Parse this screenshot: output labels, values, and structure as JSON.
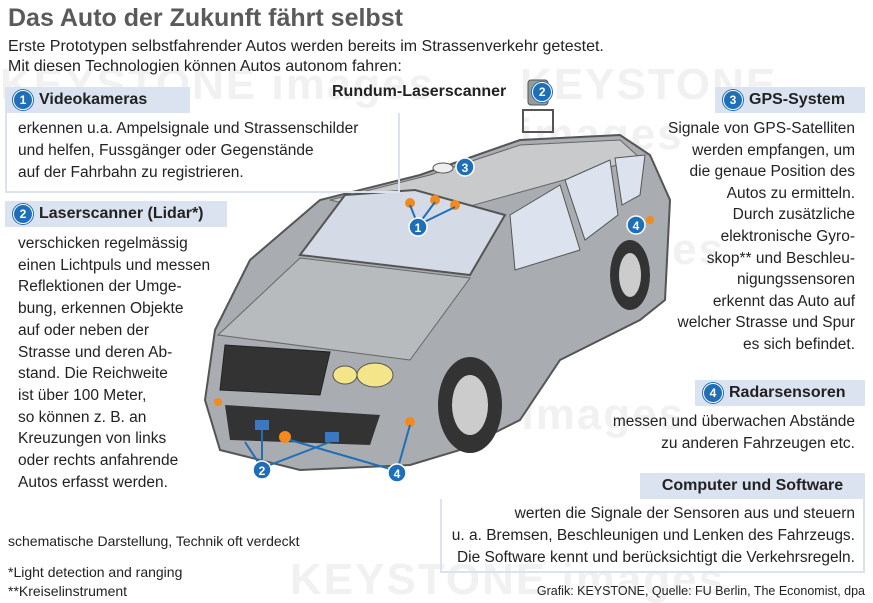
{
  "title": "Das Auto der Zukunft fährt selbst",
  "subtitle": [
    "Erste Prototypen selbstfahrender Autos werden bereits im Strassenverkehr getestet.",
    "Mit diesen Technologien können Autos autonom fahren:"
  ],
  "panels": {
    "video": {
      "num": "1",
      "heading": "Videokameras",
      "lines": [
        "erkennen u.a. Ampelsignale und Strassenschilder",
        "und helfen, Fussgänger oder Gegenstände",
        "auf der Fahrbahn zu registrieren."
      ]
    },
    "lidar": {
      "num": "2",
      "heading": "Laserscanner (Lidar*)",
      "lines": [
        "verschicken regelmässig",
        "einen Lichtpuls und messen",
        "Reflektionen der Umge-",
        "bung, erkennen Objekte",
        "auf oder neben der",
        "Strasse und deren Ab-",
        "stand. Die Reichweite",
        "ist über 100 Meter,",
        "so können z. B. an",
        "Kreuzungen von links",
        "oder rechts anfahrende",
        "Autos erfasst werden."
      ]
    },
    "gps": {
      "num": "3",
      "heading": "GPS-System",
      "lines": [
        "Signale von GPS-Satelliten",
        "werden empfangen, um",
        "die genaue Position des",
        "Autos zu ermitteln.",
        "Durch zusätzliche",
        "elektronische Gyro-",
        "skop** und Beschleu-",
        "nigungssensoren",
        "erkennt das Auto auf",
        "welcher Strasse und Spur",
        "es sich befindet."
      ]
    },
    "radar": {
      "num": "4",
      "heading": "Radarsensoren",
      "lines": [
        "messen und überwachen Abstände",
        "zu anderen Fahrzeugen etc."
      ]
    },
    "computer": {
      "heading": "Computer und Software",
      "lines": [
        "werten die Signale der Sensoren aus und steuern",
        "u. a. Bremsen, Beschleunigen und Lenken des Fahrzeugs.",
        "Die Software kennt und berücksichtigt die Verkehrsregeln."
      ]
    }
  },
  "roof_scanner": {
    "label": "Rundum-Laserscanner",
    "num": "2"
  },
  "car_markers": {
    "camera": "1",
    "gps": "3",
    "radar_side": "4",
    "lidar_front": "2",
    "radar_front": "4"
  },
  "note": "schematische Darstellung, Technik oft verdeckt",
  "footnotes": [
    "*Light detection and ranging",
    "**Kreiselinstrument"
  ],
  "credit": "Grafik: KEYSTONE, Quelle: FU Berlin, The Economist, dpa",
  "watermark": "KEYSTONE images",
  "colors": {
    "badge": "#1f6fb8",
    "header_bg": "#dbe2f0",
    "title": "#5a5a5a",
    "sensor_orange": "#f28a1e"
  }
}
